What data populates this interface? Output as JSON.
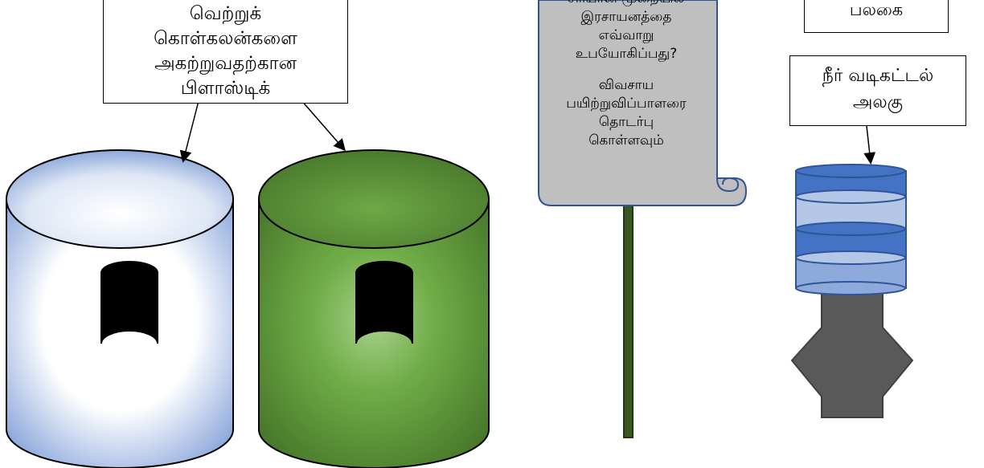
{
  "diagram": {
    "bin_note": {
      "lines": [
        "வெற்றுக்",
        "கொள்கலன்களை",
        "அகற்றுவதற்கான",
        "பிளாஸ்டிக்"
      ]
    },
    "board_label": {
      "lines": [
        "பலகை"
      ]
    },
    "sign": {
      "lines_top": [
        "சரியான முறையில்",
        "இரசாயனத்தை",
        "எவ்வாறு",
        "உபயோகிப்பது?"
      ],
      "lines_bottom": [
        "விவசாய",
        "பயிற்றுவிப்பாளரை",
        "தொடர்பு",
        "கொள்ளவும்"
      ]
    },
    "drain_label": {
      "lines": [
        "நீர் வடிகட்டல்",
        "அலகு"
      ]
    }
  },
  "colors": {
    "blue_bin": "#4472C4",
    "green_bin": "#548235",
    "sign_fill": "#BFBFBF",
    "sign_border": "#2F5597",
    "pole": "#385723",
    "drain_dark": "#4472C4",
    "drain_light": "#B4C7E7",
    "drain_pipe": "#595959",
    "bin_opening": "#000000"
  }
}
